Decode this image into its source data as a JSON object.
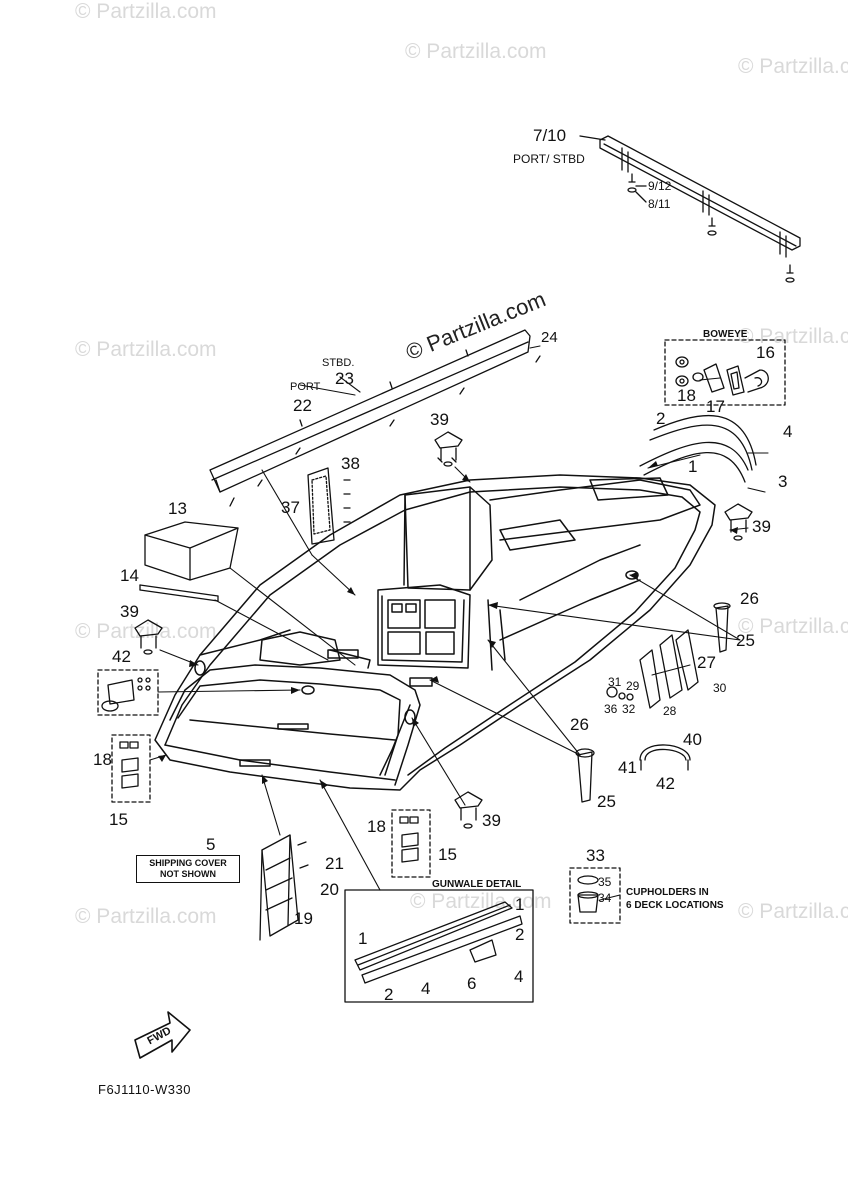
{
  "watermark": {
    "brand": "© Partzilla.com",
    "diagonal": "© Partzilla.com"
  },
  "diagram": {
    "code": "F6J1110-W330",
    "section_labels": {
      "boweye": "BOWEYE",
      "gunwale_detail": "GUNWALE DETAIL",
      "port_stbd": "PORT/ STBD",
      "stbd": "STBD.",
      "port": "PORT",
      "fwd": "FWD"
    },
    "notes": {
      "shipping_cover_line1": "SHIPPING COVER",
      "shipping_cover_line2": "NOT SHOWN",
      "cupholders_line1": "CUPHOLDERS IN",
      "cupholders_line2": "6 DECK LOCATIONS"
    },
    "callouts": {
      "c7_10": "7/10",
      "c9_12": "9/12",
      "c8_11": "8/11",
      "c24": "24",
      "c23": "23",
      "c22": "22",
      "c16": "16",
      "c18a": "18",
      "c17": "17",
      "c2a": "2",
      "c4a": "4",
      "c1a": "1",
      "c3": "3",
      "c39a": "39",
      "c38": "38",
      "c37": "37",
      "c39b": "39",
      "c13": "13",
      "c14": "14",
      "c39c": "39",
      "c26a": "26",
      "c25a": "25",
      "c42a": "42",
      "c27": "27",
      "c31": "31",
      "c29": "29",
      "c30": "30",
      "c36": "36",
      "c32": "32",
      "c28": "28",
      "c18b": "18",
      "c15a": "15",
      "c26b": "26",
      "c40": "40",
      "c41": "41",
      "c42b": "42",
      "c25b": "25",
      "c18c": "18",
      "c39d": "39",
      "c15b": "15",
      "c5": "5",
      "c21": "21",
      "c20": "20",
      "c19": "19",
      "c33": "33",
      "c35": "35",
      "c34": "34",
      "g1a": "1",
      "g2a": "2",
      "g1b": "1",
      "g2b": "2",
      "g4a": "4",
      "g6": "6",
      "g4b": "4"
    }
  }
}
